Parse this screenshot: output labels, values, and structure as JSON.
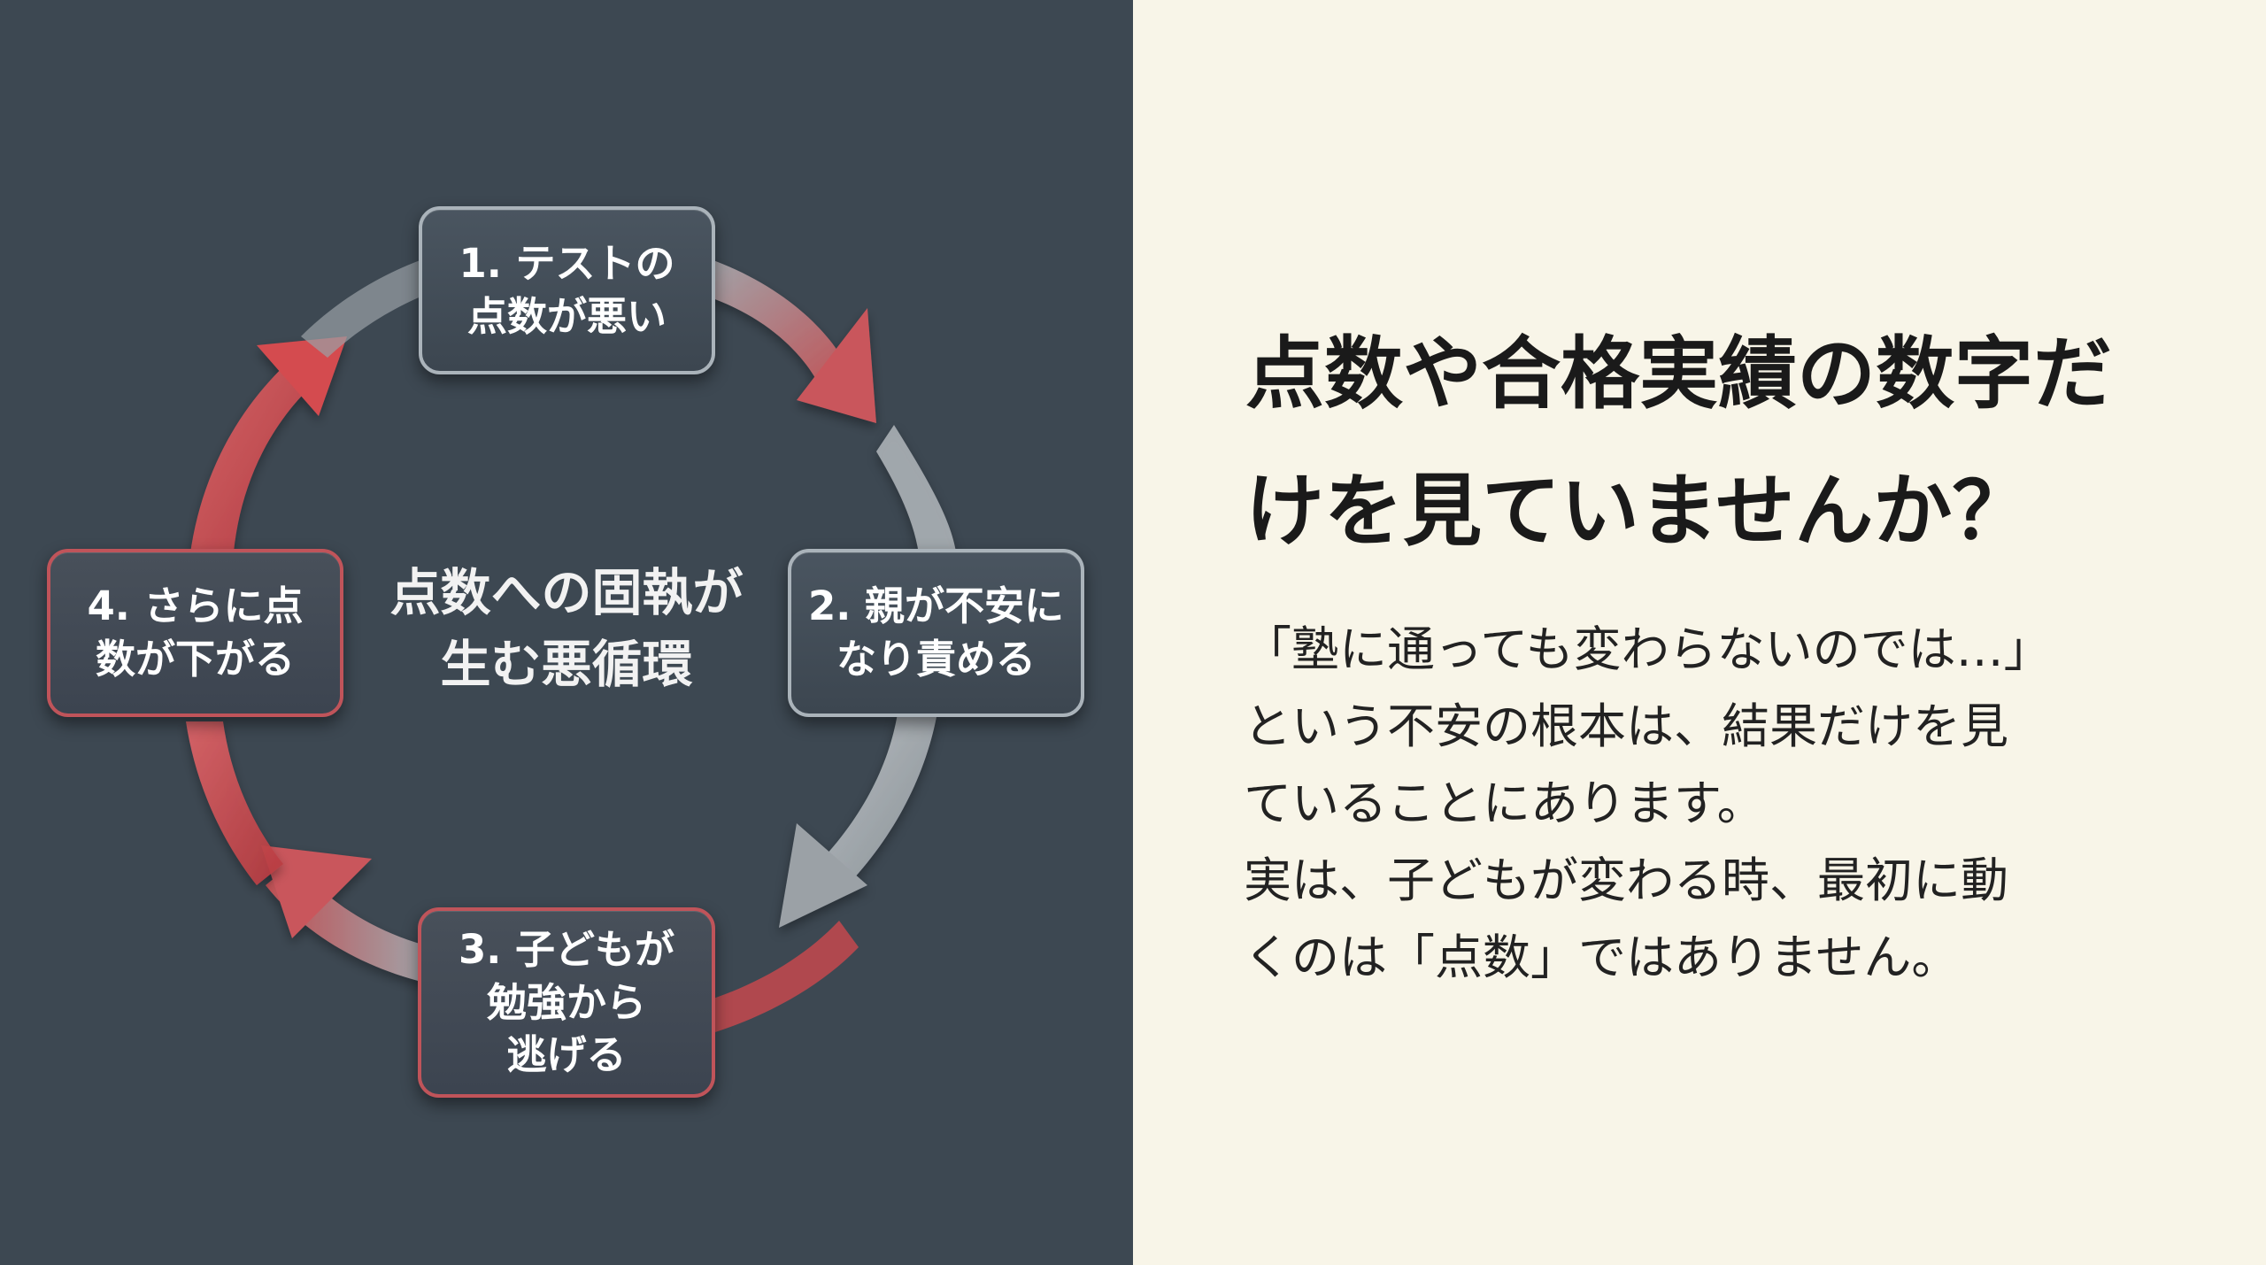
{
  "colors": {
    "left_background": "#3d4852",
    "right_background": "#f8f5e8",
    "arrow_red": "#d2494c",
    "arrow_gray": "#a7adb2",
    "box_border_gray": "#aab3ba",
    "box_border_red": "#c0545a",
    "headline_text": "#1a1a1a"
  },
  "cycle": {
    "center_label": "点数への固執が\n生む悪循環",
    "stages": [
      {
        "label": "1. テストの\n点数が悪い",
        "accent": "gray"
      },
      {
        "label": "2. 親が不安に\nなり責める",
        "accent": "gray"
      },
      {
        "label": "3. 子どもが\n勉強から\n逃げる",
        "accent": "red"
      },
      {
        "label": "4. さらに点\n数が下がる",
        "accent": "red"
      }
    ]
  },
  "headline": "点数や合格実績の数字だ\nけを見ていませんか？",
  "body": "「塾に通っても変わらないのでは…」\nという不安の根本は、結果だけを見\nていることにあります。\n実は、子どもが変わる時、最初に動\nくのは「点数」ではありません。"
}
